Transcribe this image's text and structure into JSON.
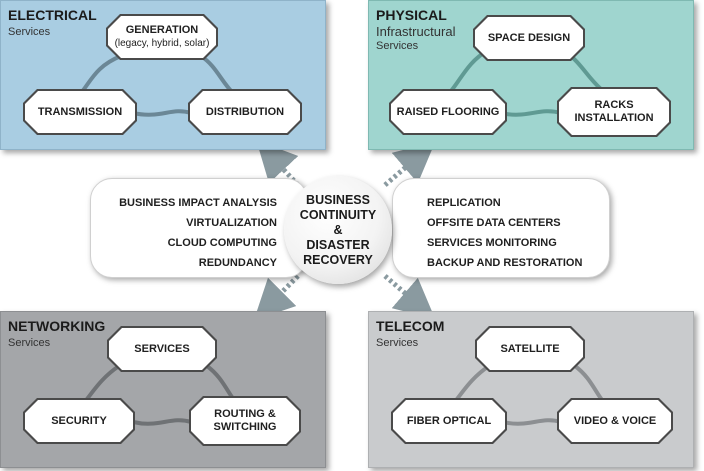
{
  "center": {
    "line1": "BUSINESS",
    "line2": "CONTINUITY",
    "line3": "&",
    "line4": "DISASTER",
    "line5": "RECOVERY"
  },
  "electrical": {
    "title": "ELECTRICAL",
    "subtitle": "Services",
    "nodes": {
      "generation": "GENERATION",
      "generation_sub": "(legacy, hybrid, solar)",
      "transmission": "TRANSMISSION",
      "distribution": "DISTRIBUTION"
    }
  },
  "physical": {
    "title": "PHYSICAL",
    "subtitle_line1": "Infrastructural",
    "subtitle_line2": "Services",
    "nodes": {
      "space_design": "SPACE DESIGN",
      "raised_flooring": "RAISED FLOORING",
      "racks_line1": "RACKS",
      "racks_line2": "INSTALLATION"
    }
  },
  "networking": {
    "title": "NETWORKING",
    "subtitle": "Services",
    "nodes": {
      "services": "SERVICES",
      "security": "SECURITY",
      "routing_line1": "ROUTING &",
      "routing_line2": "SWITCHING"
    }
  },
  "telecom": {
    "title": "TELECOM",
    "subtitle": "Services",
    "nodes": {
      "satellite": "SATELLITE",
      "fiber_optical": "FIBER OPTICAL",
      "video_voice": "VIDEO & VOICE"
    }
  },
  "left_list": [
    "BUSINESS IMPACT ANALYSIS",
    "VIRTUALIZATION",
    "CLOUD COMPUTING",
    "REDUNDANCY"
  ],
  "right_list": [
    "REPLICATION",
    "OFFSITE DATA CENTERS",
    "SERVICES MONITORING",
    "BACKUP AND RESTORATION"
  ],
  "colors": {
    "electrical": "#a9cde2",
    "physical": "#9fd5cf",
    "networking": "#a4a6a9",
    "telecom": "#c9cbcd",
    "arrow": "#8a9aa0"
  }
}
